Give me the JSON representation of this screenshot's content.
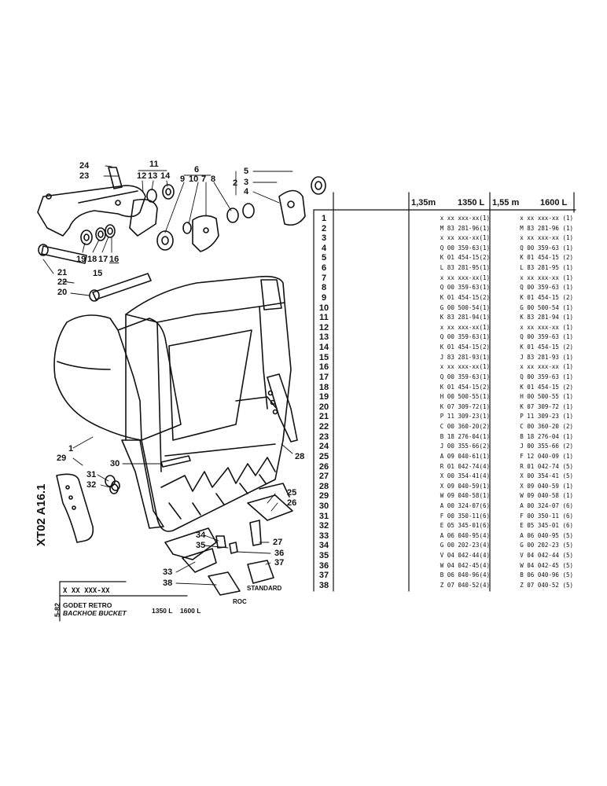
{
  "callouts": {
    "c24": "24",
    "c23": "23",
    "c11": "11",
    "c12": "12",
    "c13": "13",
    "c14": "14",
    "c6": "6",
    "c9": "9",
    "c10": "10",
    "c7": "7",
    "c8": "8",
    "c5": "5",
    "c2": "2",
    "c3": "3",
    "c4": "4",
    "c19": "19",
    "c18": "18",
    "c17": "17",
    "c16": "16",
    "c15": "15",
    "c21": "21",
    "c22": "22",
    "c20": "20",
    "c1": "1",
    "c29": "29",
    "c30": "30",
    "c31": "31",
    "c32": "32",
    "c28": "28",
    "c25": "25",
    "c26": "26",
    "c27": "27",
    "c34": "34",
    "c35": "35",
    "c36": "36",
    "c37": "37",
    "c33": "33",
    "c38": "38",
    "standard": "STANDARD",
    "roc": "ROC"
  },
  "table": {
    "h1_size": "1,35m",
    "h1_cap": "1350 L",
    "h2_size": "1,55 m",
    "h2_cap": "1600 L",
    "rows": [
      {
        "n": "1",
        "a": "x xx xxx-xx(1)",
        "b": "x xx xxx-xx (1)"
      },
      {
        "n": "2",
        "a": "M 83 281-96(1)",
        "b": "M 83 281-96 (1)"
      },
      {
        "n": "3",
        "a": "x xx xxx-xx(1)",
        "b": "x xx xxx-xx (1)"
      },
      {
        "n": "4",
        "a": "Q 00 359-63(1)",
        "b": "Q 00 359-63 (1)"
      },
      {
        "n": "5",
        "a": "K 01 454-15(2)",
        "b": "K 01 454-15 (2)"
      },
      {
        "n": "6",
        "a": "L 83 281-95(1)",
        "b": "L 83 281-95 (1)"
      },
      {
        "n": "7",
        "a": "x xx xxx-xx(1)",
        "b": "x xx xxx-xx (1)"
      },
      {
        "n": "8",
        "a": "Q 00 359-63(1)",
        "b": "Q 00 359-63 (1)"
      },
      {
        "n": "9",
        "a": "K 01 454-15(2)",
        "b": "K 01 454-15 (2)"
      },
      {
        "n": "10",
        "a": "G 00 500-54(1)",
        "b": "G 00 500-54 (1)"
      },
      {
        "n": "11",
        "a": "K 83 281-94(1)",
        "b": "K 83 281-94 (1)"
      },
      {
        "n": "12",
        "a": "x xx xxx-xx(1)",
        "b": "x xx xxx-xx (1)"
      },
      {
        "n": "13",
        "a": "Q 00 359-63(1)",
        "b": "Q 00 359-63 (1)"
      },
      {
        "n": "14",
        "a": "K 01 454-15(2)",
        "b": "K 01 454-15 (2)"
      },
      {
        "n": "15",
        "a": "J 83 281-93(1)",
        "b": "J 83 281-93 (1)"
      },
      {
        "n": "16",
        "a": "x xx xxx-xx(1)",
        "b": "x xx xxx-xx (1)"
      },
      {
        "n": "17",
        "a": "Q 00 359-63(1)",
        "b": "Q 00 359-63 (1)"
      },
      {
        "n": "18",
        "a": "K 01 454-15(2)",
        "b": "K 01 454-15 (2)"
      },
      {
        "n": "19",
        "a": "H 00 500-55(1)",
        "b": "H 00 500-55 (1)"
      },
      {
        "n": "20",
        "a": "K 07 309-72(1)",
        "b": "K 07 309-72 (1)"
      },
      {
        "n": "21",
        "a": "P 11 309-23(1)",
        "b": "P 11 309-23 (1)"
      },
      {
        "n": "22",
        "a": "C 00 360-20(2)",
        "b": "C 00 360-20 (2)"
      },
      {
        "n": "23",
        "a": "B 18 276-04(1)",
        "b": "B 18 276-04 (1)"
      },
      {
        "n": "24",
        "a": "J 00 355-66(2)",
        "b": "J 00 355-66 (2)"
      },
      {
        "n": "25",
        "a": "A 09 040-61(1)",
        "b": "F 12 040-09 (1)"
      },
      {
        "n": "26",
        "a": "R 01 042-74(4)",
        "b": "R 01 042-74 (5)"
      },
      {
        "n": "27",
        "a": "X 00 354-41(4)",
        "b": "X 00 354-41 (5)"
      },
      {
        "n": "28",
        "a": "X 09 040-59(1)",
        "b": "X 09 040-59 (1)"
      },
      {
        "n": "29",
        "a": "W 09 040-58(1)",
        "b": "W 09 040-58 (1)"
      },
      {
        "n": "30",
        "a": "A 00 324-07(6)",
        "b": "A 00 324-07 (6)"
      },
      {
        "n": "31",
        "a": "F 00 350-11(6)",
        "b": "F 00 350-11 (6)"
      },
      {
        "n": "32",
        "a": "E 05 345-01(6)",
        "b": "E 05 345-01 (6)"
      },
      {
        "n": "33",
        "a": "A 06 040-95(4)",
        "b": "A 06 040-95 (5)"
      },
      {
        "n": "34",
        "a": "G 00 202-23(4)",
        "b": "G 00 202-23 (5)"
      },
      {
        "n": "35",
        "a": "V 04 042-44(4)",
        "b": "V 04 042-44 (5)"
      },
      {
        "n": "36",
        "a": "W 04 042-45(4)",
        "b": "W 04 042-45 (5)"
      },
      {
        "n": "37",
        "a": "B 06 040-96(4)",
        "b": "B 06 040-96 (5)"
      },
      {
        "n": "38",
        "a": "Z 07 040-52(4)",
        "b": "Z 07 040-52 (5)"
      }
    ]
  },
  "title_block": {
    "code": "XT02 A16.1",
    "date": "5-82",
    "ref": "X XX XXX-XX",
    "title_fr": "GODET RETRO",
    "title_en": "BACKHOE BUCKET",
    "size1": "1350 L",
    "size2": "1600 L"
  }
}
